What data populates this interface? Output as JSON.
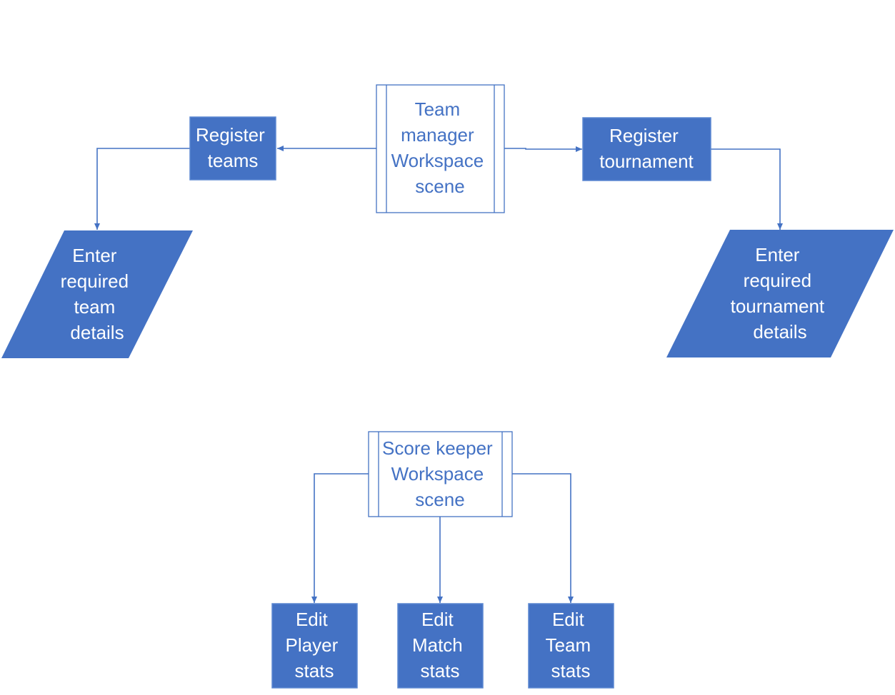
{
  "colors": {
    "process_fill": "#4472c4",
    "process_stroke": "#5b87d1",
    "subprocess_fill": "#ffffff",
    "subprocess_text": "#4472c4",
    "subprocess_stroke": "#4472c4",
    "connector": "#4472c4"
  },
  "nodes": {
    "team_manager_scene": {
      "lines": [
        "Team",
        "manager",
        "Workspace",
        "scene"
      ]
    },
    "register_teams": {
      "lines": [
        "Register",
        "teams"
      ]
    },
    "register_tournament": {
      "lines": [
        "Register",
        "tournament"
      ]
    },
    "enter_team_details": {
      "lines": [
        "Enter",
        "required",
        "team",
        "details"
      ]
    },
    "enter_tournament_details": {
      "lines": [
        "Enter",
        "required",
        "tournament",
        "details"
      ]
    },
    "score_keeper_scene": {
      "lines": [
        "Score keeper",
        "Workspace",
        "scene"
      ]
    },
    "edit_player_stats": {
      "lines": [
        "Edit",
        "Player",
        "stats"
      ]
    },
    "edit_match_stats": {
      "lines": [
        "Edit",
        "Match",
        "stats"
      ]
    },
    "edit_team_stats": {
      "lines": [
        "Edit",
        "Team",
        "stats"
      ]
    }
  },
  "edges": [
    {
      "from": "team_manager_scene",
      "to": "register_teams"
    },
    {
      "from": "team_manager_scene",
      "to": "register_tournament"
    },
    {
      "from": "register_teams",
      "to": "enter_team_details"
    },
    {
      "from": "register_tournament",
      "to": "enter_tournament_details"
    },
    {
      "from": "score_keeper_scene",
      "to": "edit_player_stats"
    },
    {
      "from": "score_keeper_scene",
      "to": "edit_match_stats"
    },
    {
      "from": "score_keeper_scene",
      "to": "edit_team_stats"
    }
  ]
}
